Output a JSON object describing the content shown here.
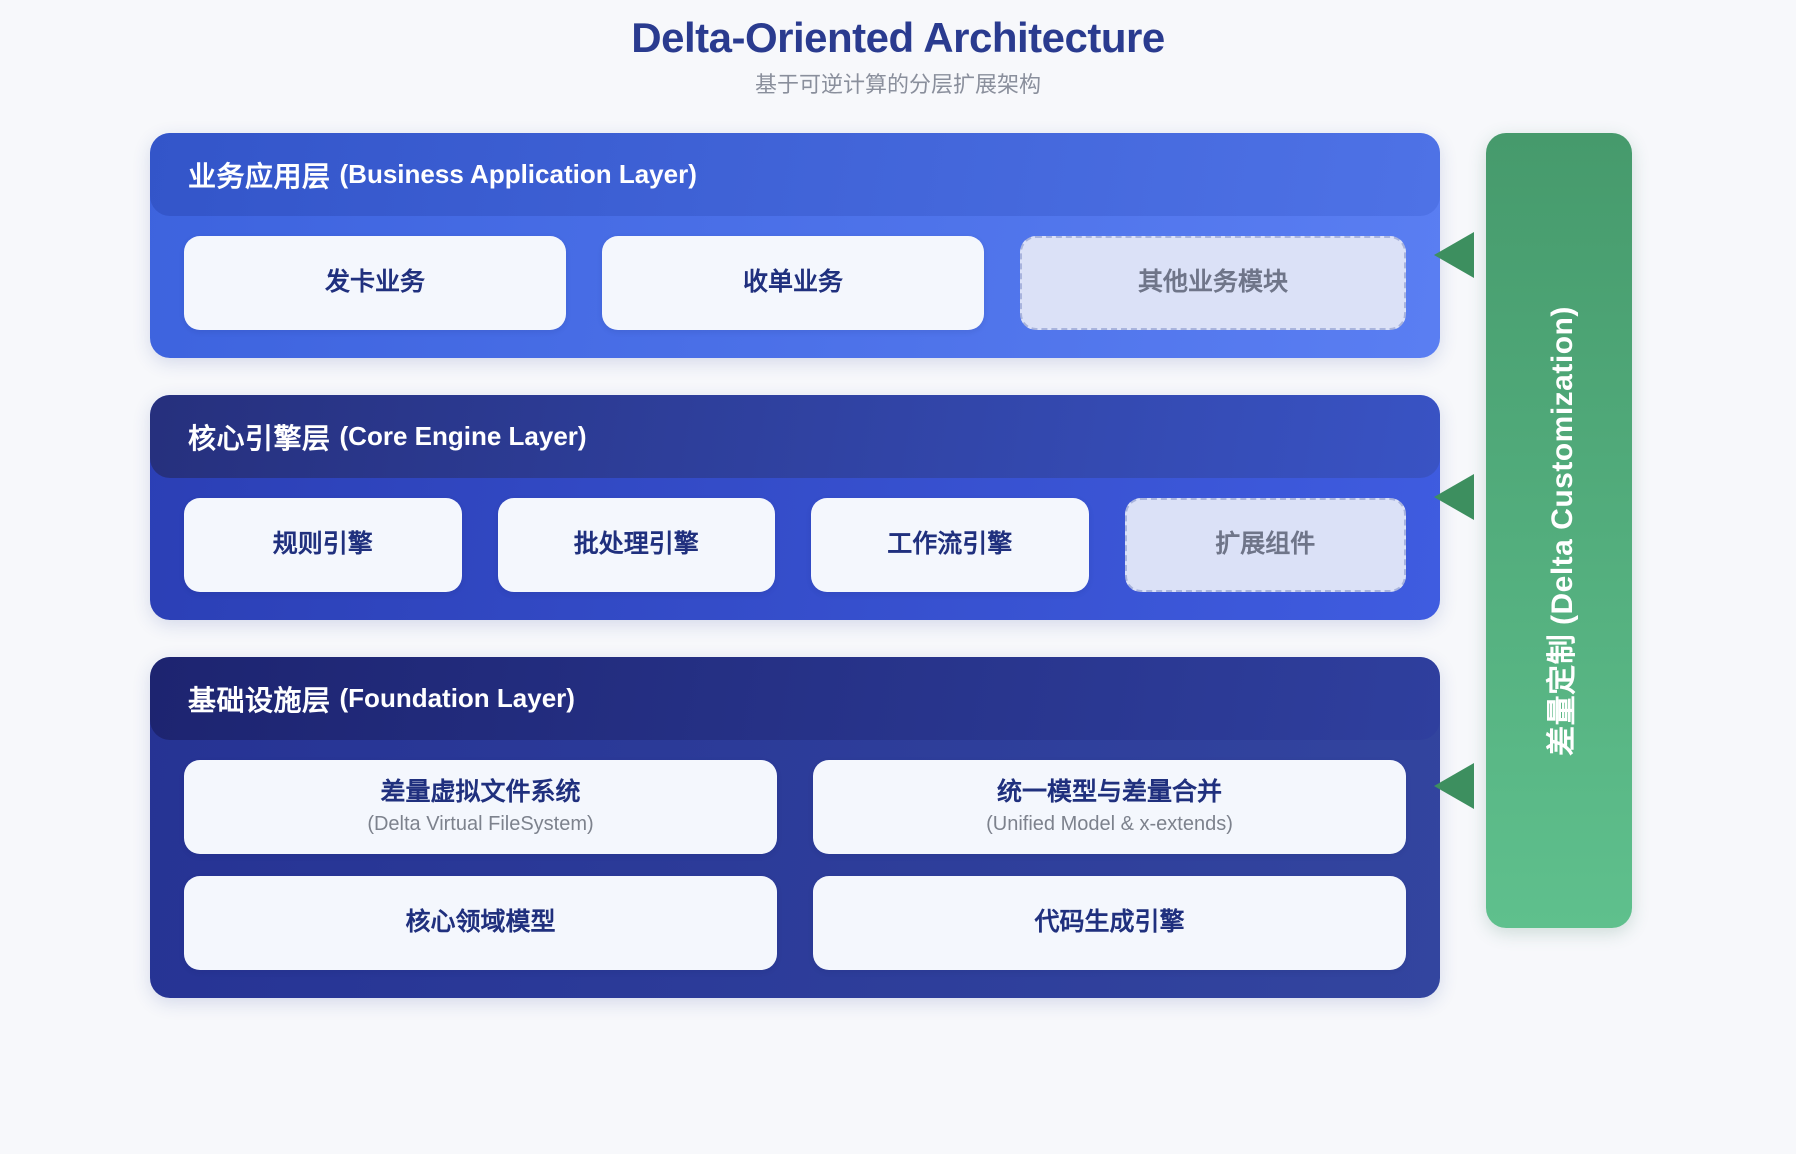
{
  "header": {
    "title": "Delta-Oriented Architecture",
    "subtitle": "基于可逆计算的分层扩展架构"
  },
  "colors": {
    "page_background": "#f7f8fb",
    "title": "#2a3b8f",
    "subtitle": "#8a8f9c",
    "layer1_start": "#3d63de",
    "layer1_end": "#5a7ef2",
    "layer2_start": "#2b3fb5",
    "layer2_end": "#3f5ce0",
    "layer3_start": "#263394",
    "layer3_end": "#33459f",
    "card_fill": "#f4f7fd",
    "card_text": "#20307e",
    "card_subtext": "#7d828d",
    "dashed_fill": "#dbe1f7",
    "dashed_border": "#a9b4dd",
    "dashed_text": "#6f7589",
    "delta_green_start": "#469a6c",
    "delta_green_end": "#5fc08d",
    "arrow_green": "#3d8f5f"
  },
  "layers": [
    {
      "cn": "业务应用层",
      "en": "(Business Application Layer)",
      "rows": [
        [
          {
            "cn": "发卡业务",
            "en": "",
            "dashed": false
          },
          {
            "cn": "收单业务",
            "en": "",
            "dashed": false
          },
          {
            "cn": "其他业务模块",
            "en": "",
            "dashed": true
          }
        ]
      ]
    },
    {
      "cn": "核心引擎层",
      "en": "(Core Engine Layer)",
      "rows": [
        [
          {
            "cn": "规则引擎",
            "en": "",
            "dashed": false
          },
          {
            "cn": "批处理引擎",
            "en": "",
            "dashed": false
          },
          {
            "cn": "工作流引擎",
            "en": "",
            "dashed": false
          },
          {
            "cn": "扩展组件",
            "en": "",
            "dashed": true
          }
        ]
      ]
    },
    {
      "cn": "基础设施层",
      "en": "(Foundation Layer)",
      "rows": [
        [
          {
            "cn": "差量虚拟文件系统",
            "en": "(Delta Virtual FileSystem)",
            "dashed": false
          },
          {
            "cn": "统一模型与差量合并",
            "en": "(Unified Model & x-extends)",
            "dashed": false
          }
        ],
        [
          {
            "cn": "核心领域模型",
            "en": "",
            "dashed": false
          },
          {
            "cn": "代码生成引擎",
            "en": "",
            "dashed": false
          }
        ]
      ]
    }
  ],
  "delta_panel": {
    "label": "差量定制 (Delta Customization)",
    "arrow_count": 3
  }
}
